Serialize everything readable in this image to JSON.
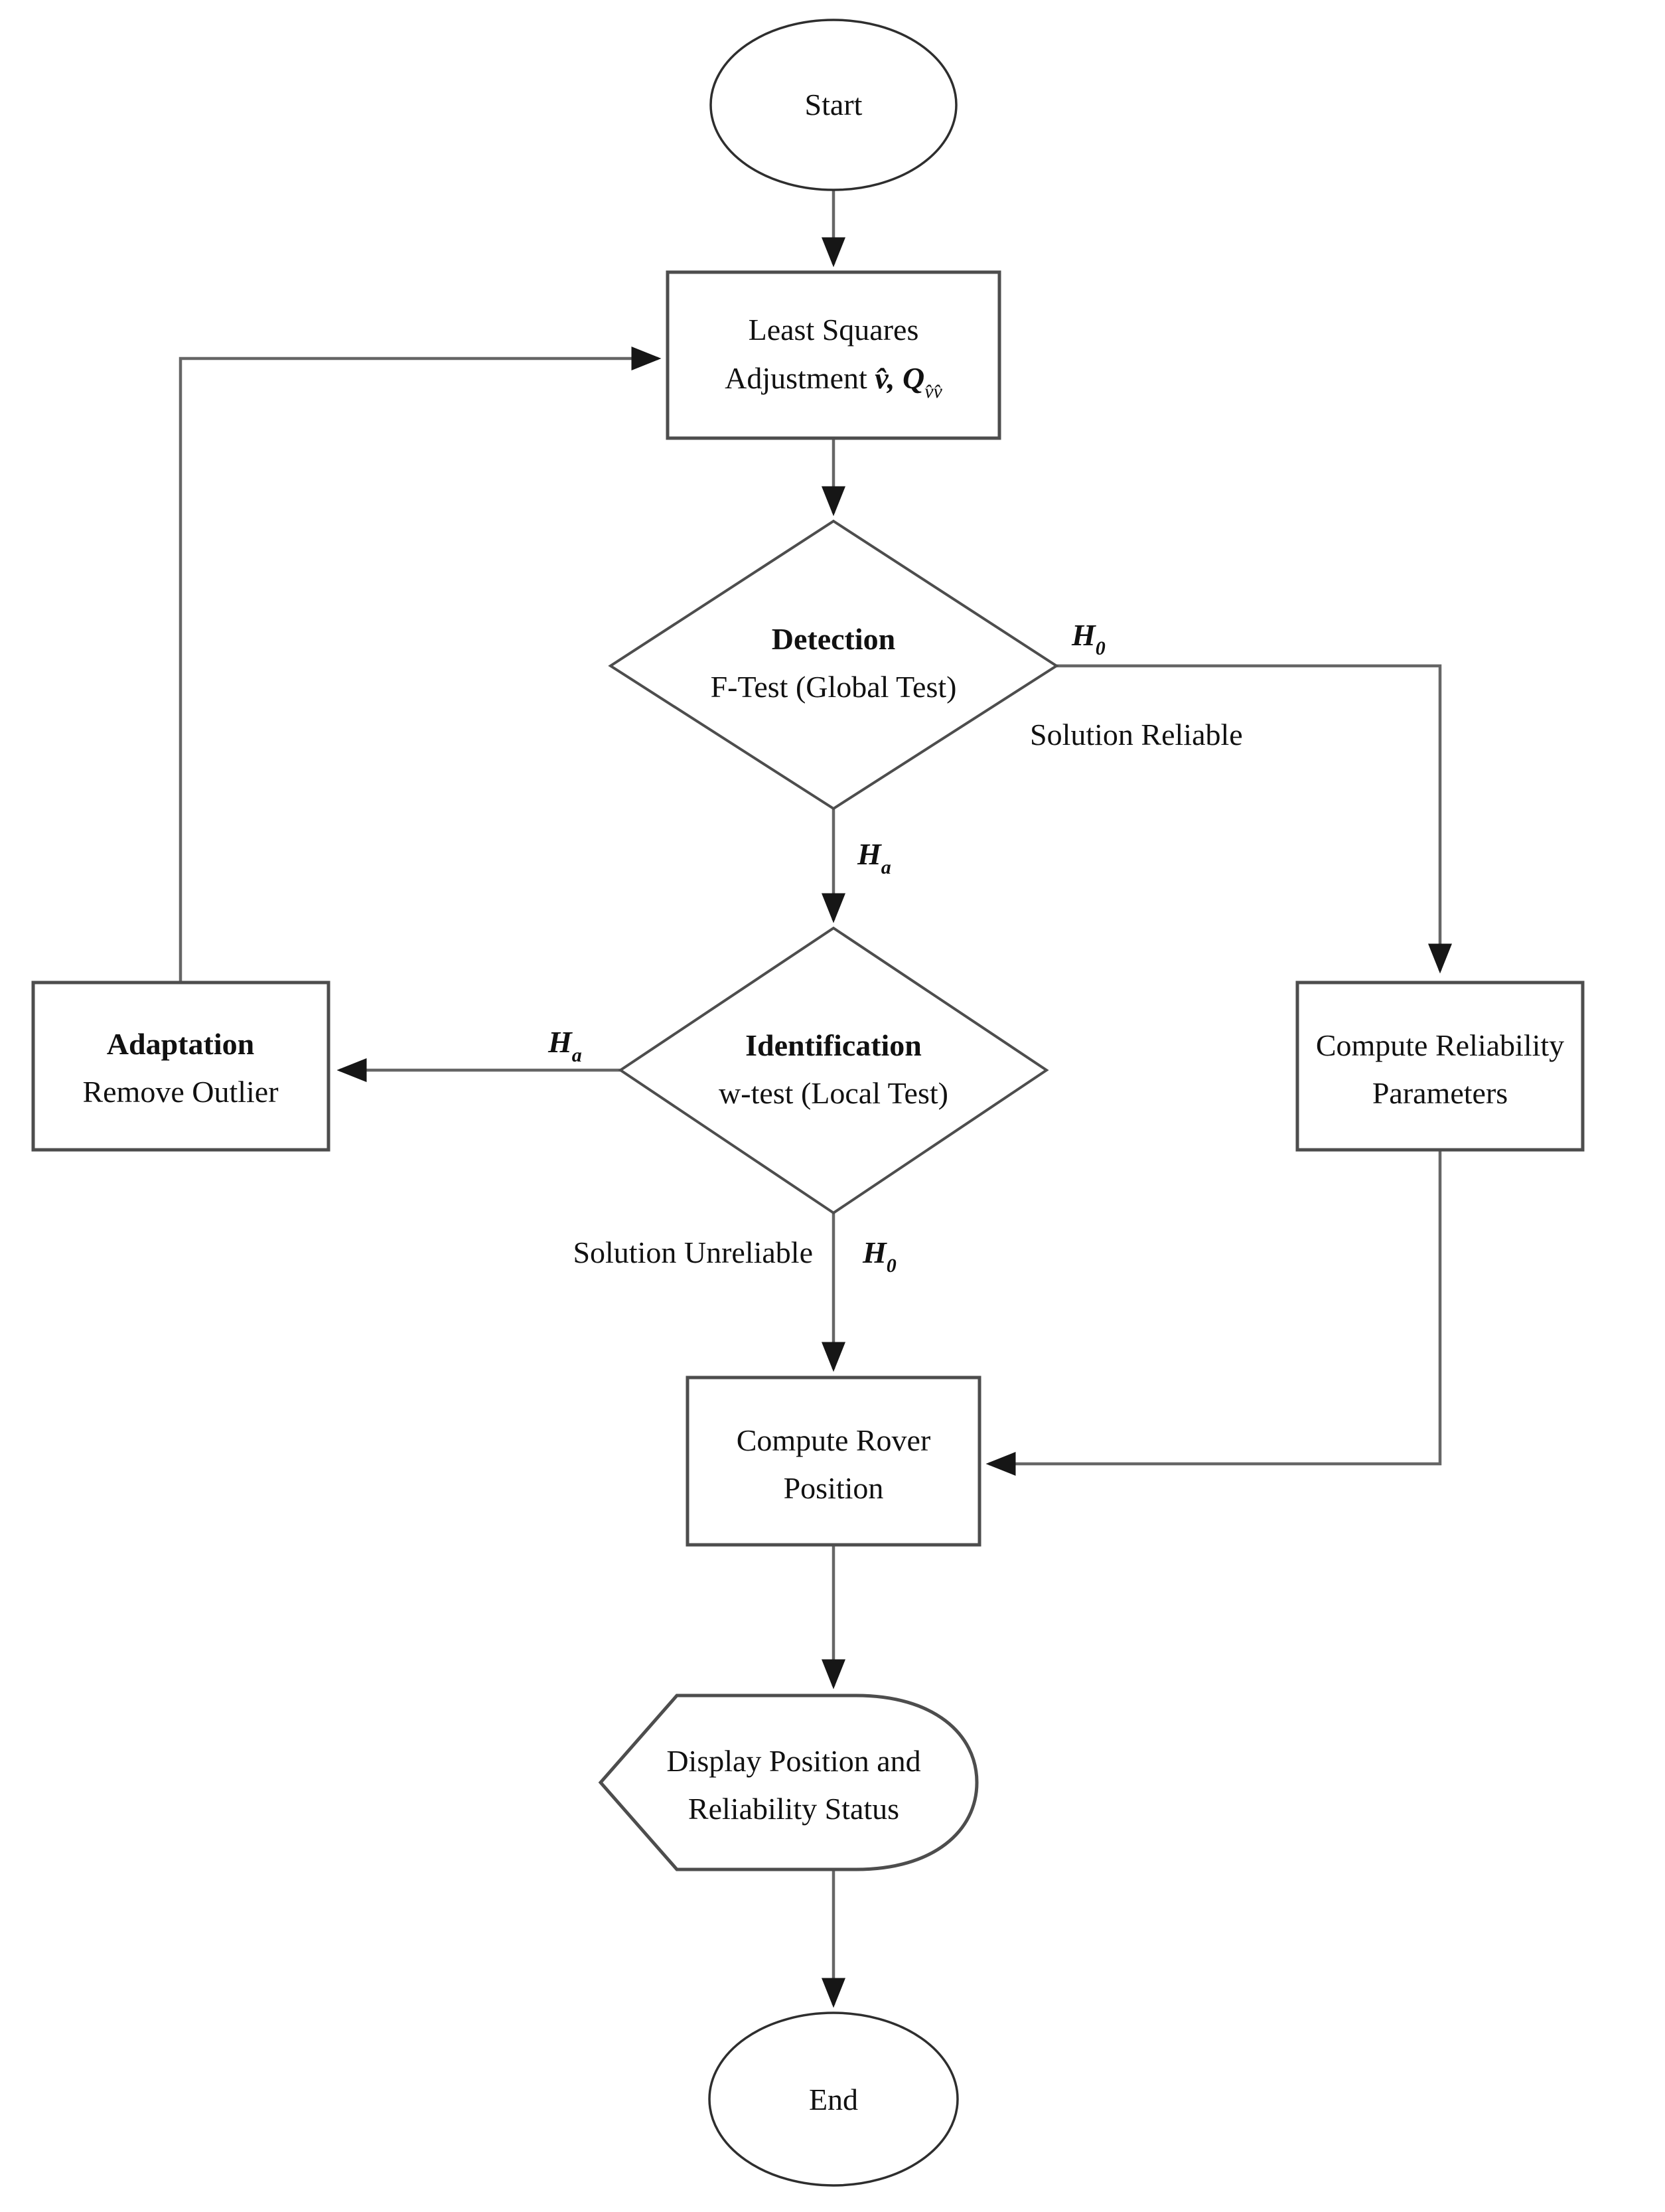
{
  "figure": {
    "kind": "flowchart",
    "colors": {
      "line": "#666666",
      "box": "#4d4d4d",
      "text": "#111111",
      "arrow": "#161616",
      "fill": "#ffffff"
    },
    "nodes": {
      "start": {
        "type": "terminator",
        "label": "Start"
      },
      "least_squares": {
        "type": "process",
        "line1": "Least Squares",
        "line2_prefix": "Adjustment",
        "line2_math": " v̂, Q",
        "line2_sub": "v̂v̂"
      },
      "detection": {
        "type": "decision",
        "line1": "Detection",
        "line2": "F-Test (Global Test)"
      },
      "identification": {
        "type": "decision",
        "line1": "Identification",
        "line2": "w-test (Local Test)"
      },
      "adaptation": {
        "type": "process",
        "line1": "Adaptation",
        "line2": "Remove Outlier"
      },
      "compute_reliability": {
        "type": "process",
        "line1": "Compute Reliability",
        "line2": "Parameters"
      },
      "compute_rover": {
        "type": "process",
        "line1": "Compute Rover",
        "line2": "Position"
      },
      "display": {
        "type": "display",
        "line1": "Display Position and",
        "line2": "Reliability Status"
      },
      "end": {
        "type": "terminator",
        "label": "End"
      }
    },
    "edge_labels": {
      "h0_reliable": {
        "main": "H",
        "sub": "0"
      },
      "solution_reliable": "Solution Reliable",
      "ha_detection": {
        "main": "H",
        "sub": "a"
      },
      "ha_identification": {
        "main": "H",
        "sub": "a"
      },
      "solution_unreliable": "Solution Unreliable",
      "h0_identification": {
        "main": "H",
        "sub": "0"
      }
    },
    "edges": [
      {
        "from": "Start",
        "to": "Least Squares Adjustment"
      },
      {
        "from": "Least Squares Adjustment",
        "to": "Detection F-Test (Global Test)"
      },
      {
        "from": "Detection F-Test (Global Test)",
        "to": "Compute Reliability Parameters",
        "label": "H0 / Solution Reliable"
      },
      {
        "from": "Detection F-Test (Global Test)",
        "to": "Identification w-test (Local Test)",
        "label": "Ha"
      },
      {
        "from": "Identification w-test (Local Test)",
        "to": "Adaptation Remove Outlier",
        "label": "Ha"
      },
      {
        "from": "Identification w-test (Local Test)",
        "to": "Compute Rover Position",
        "label": "H0 / Solution Unreliable"
      },
      {
        "from": "Adaptation Remove Outlier",
        "to": "Least Squares Adjustment"
      },
      {
        "from": "Compute Reliability Parameters",
        "to": "Compute Rover Position"
      },
      {
        "from": "Compute Rover Position",
        "to": "Display Position and Reliability Status"
      },
      {
        "from": "Display Position and Reliability Status",
        "to": "End"
      }
    ]
  }
}
